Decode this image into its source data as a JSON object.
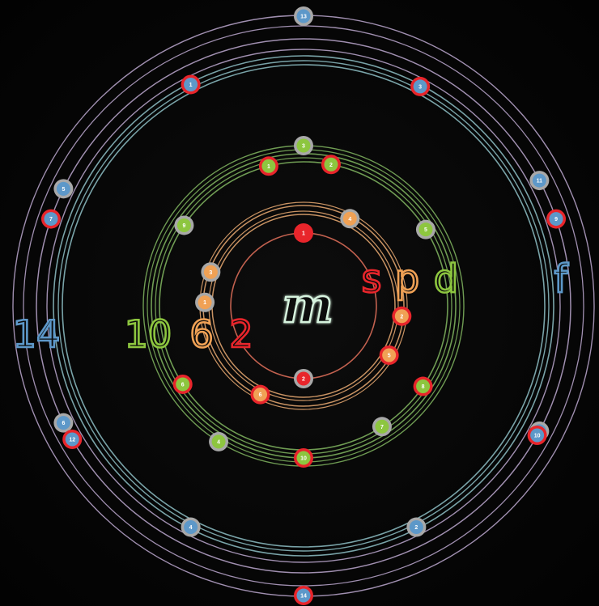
{
  "center_label": "m",
  "colors": {
    "s": "#e8252b",
    "p": "#f0a155",
    "d": "#8dc63f",
    "f": "#5d98c9",
    "ring_s": "#c2614f",
    "ring_p": "#c99363",
    "ring_d": "#6f9c53",
    "ring_f1": "#79a3a8",
    "ring_f2": "#a08fb0",
    "grey": "#a8a8a8",
    "white": "#ffffff"
  },
  "subshells": [
    {
      "id": "s",
      "letter": "s",
      "capacity": "2"
    },
    {
      "id": "p",
      "letter": "p",
      "capacity": "6"
    },
    {
      "id": "d",
      "letter": "d",
      "capacity": "10"
    },
    {
      "id": "f",
      "letter": "f",
      "capacity": "14"
    }
  ],
  "electrons": {
    "s": [
      {
        "n": "1",
        "angle": -90,
        "spin": "up"
      },
      {
        "n": "2",
        "angle": 90,
        "spin": "down"
      }
    ],
    "p": [
      {
        "n": "1",
        "angle": 182,
        "spin": "down"
      },
      {
        "n": "2",
        "angle": 6,
        "spin": "up"
      },
      {
        "n": "3",
        "angle": 200,
        "spin": "down"
      },
      {
        "n": "4",
        "angle": -62,
        "spin": "down"
      },
      {
        "n": "5",
        "angle": 30,
        "spin": "up"
      },
      {
        "n": "6",
        "angle": 116,
        "spin": "up"
      }
    ],
    "d": [
      {
        "n": "1",
        "angle": -104,
        "spin": "up"
      },
      {
        "n": "2",
        "angle": -79,
        "spin": "up"
      },
      {
        "n": "3",
        "angle": -90,
        "spin": "down"
      },
      {
        "n": "4",
        "angle": 122,
        "spin": "down"
      },
      {
        "n": "5",
        "angle": -32,
        "spin": "down"
      },
      {
        "n": "6",
        "angle": 147,
        "spin": "up"
      },
      {
        "n": "7",
        "angle": 57,
        "spin": "down"
      },
      {
        "n": "8",
        "angle": 34,
        "spin": "up"
      },
      {
        "n": "9",
        "angle": 214,
        "spin": "down"
      },
      {
        "n": "10",
        "angle": 90,
        "spin": "up"
      }
    ],
    "f": [
      {
        "n": "1",
        "angle": -117,
        "spin": "up"
      },
      {
        "n": "2",
        "angle": 63,
        "spin": "down"
      },
      {
        "n": "3",
        "angle": -62,
        "spin": "up"
      },
      {
        "n": "4",
        "angle": 117,
        "spin": "down"
      },
      {
        "n": "5",
        "angle": 206,
        "spin": "down"
      },
      {
        "n": "6",
        "angle": 154,
        "spin": "down"
      },
      {
        "n": "7",
        "angle": 199,
        "spin": "up"
      },
      {
        "n": "8",
        "angle": 28,
        "spin": "down"
      },
      {
        "n": "9",
        "angle": -19,
        "spin": "up"
      },
      {
        "n": "10",
        "angle": 29,
        "spin": "up"
      },
      {
        "n": "11",
        "angle": -28,
        "spin": "down"
      },
      {
        "n": "12",
        "angle": 150,
        "spin": "up"
      },
      {
        "n": "13",
        "angle": -90,
        "spin": "down"
      },
      {
        "n": "14",
        "angle": 90,
        "spin": "up"
      }
    ]
  }
}
